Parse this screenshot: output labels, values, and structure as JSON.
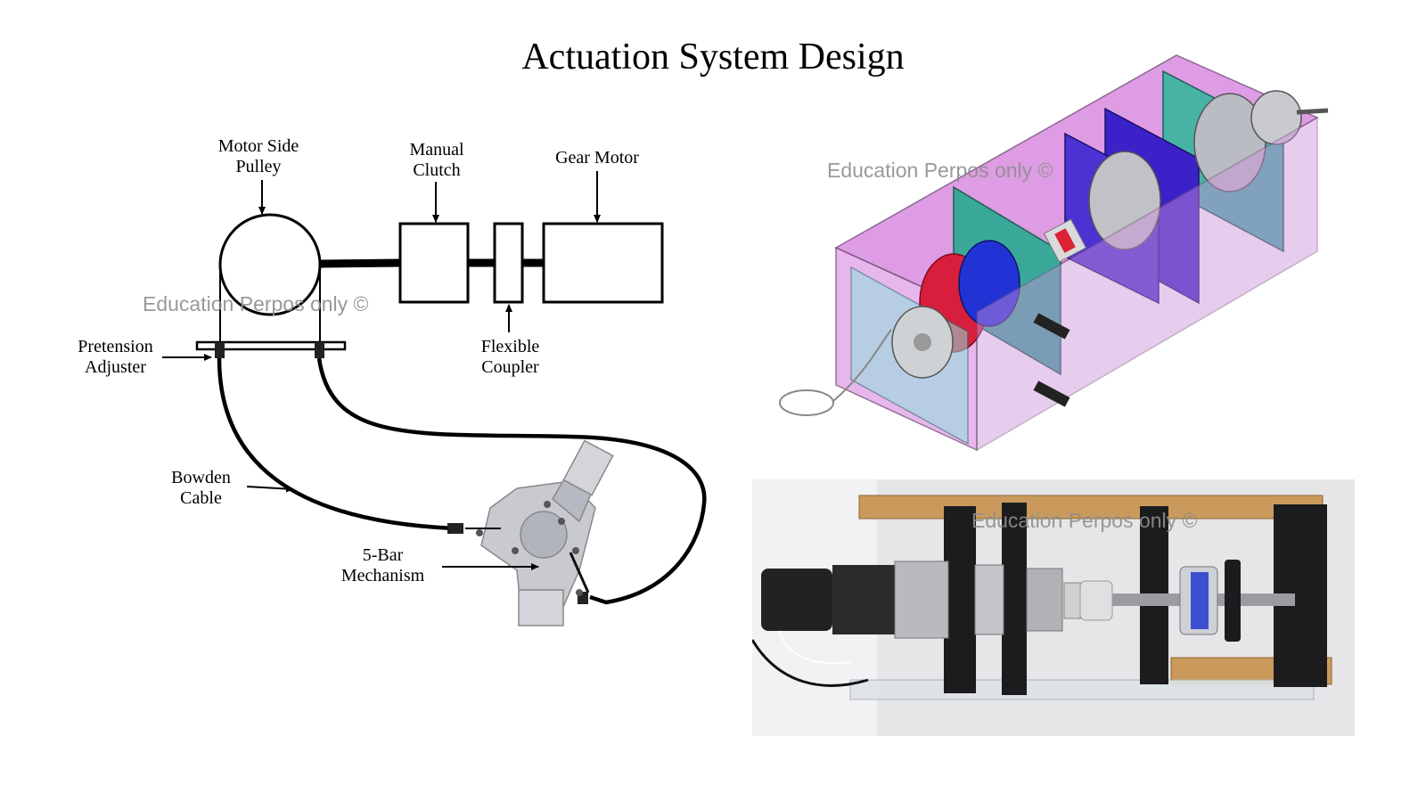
{
  "title": "Actuation System Design",
  "watermark": "Education Perpos only ©",
  "labels": {
    "motor_side_pulley": [
      "Motor Side",
      "Pulley"
    ],
    "manual_clutch": [
      "Manual",
      "Clutch"
    ],
    "gear_motor": "Gear Motor",
    "flexible_coupler": [
      "Flexible",
      "Coupler"
    ],
    "pretension_adjuster": [
      "Pretension",
      "Adjuster"
    ],
    "bowden_cable": [
      "Bowden",
      "Cable"
    ],
    "five_bar_mechanism": [
      "5-Bar",
      "Mechanism"
    ]
  },
  "colors": {
    "housing_pink": "#d98be0",
    "plate_teal": "#3aa898",
    "mount_blue": "#3b22c8",
    "pulley_red": "#d81e3c",
    "pulley_blue": "#2233d6",
    "wood": "#c99a5c"
  }
}
